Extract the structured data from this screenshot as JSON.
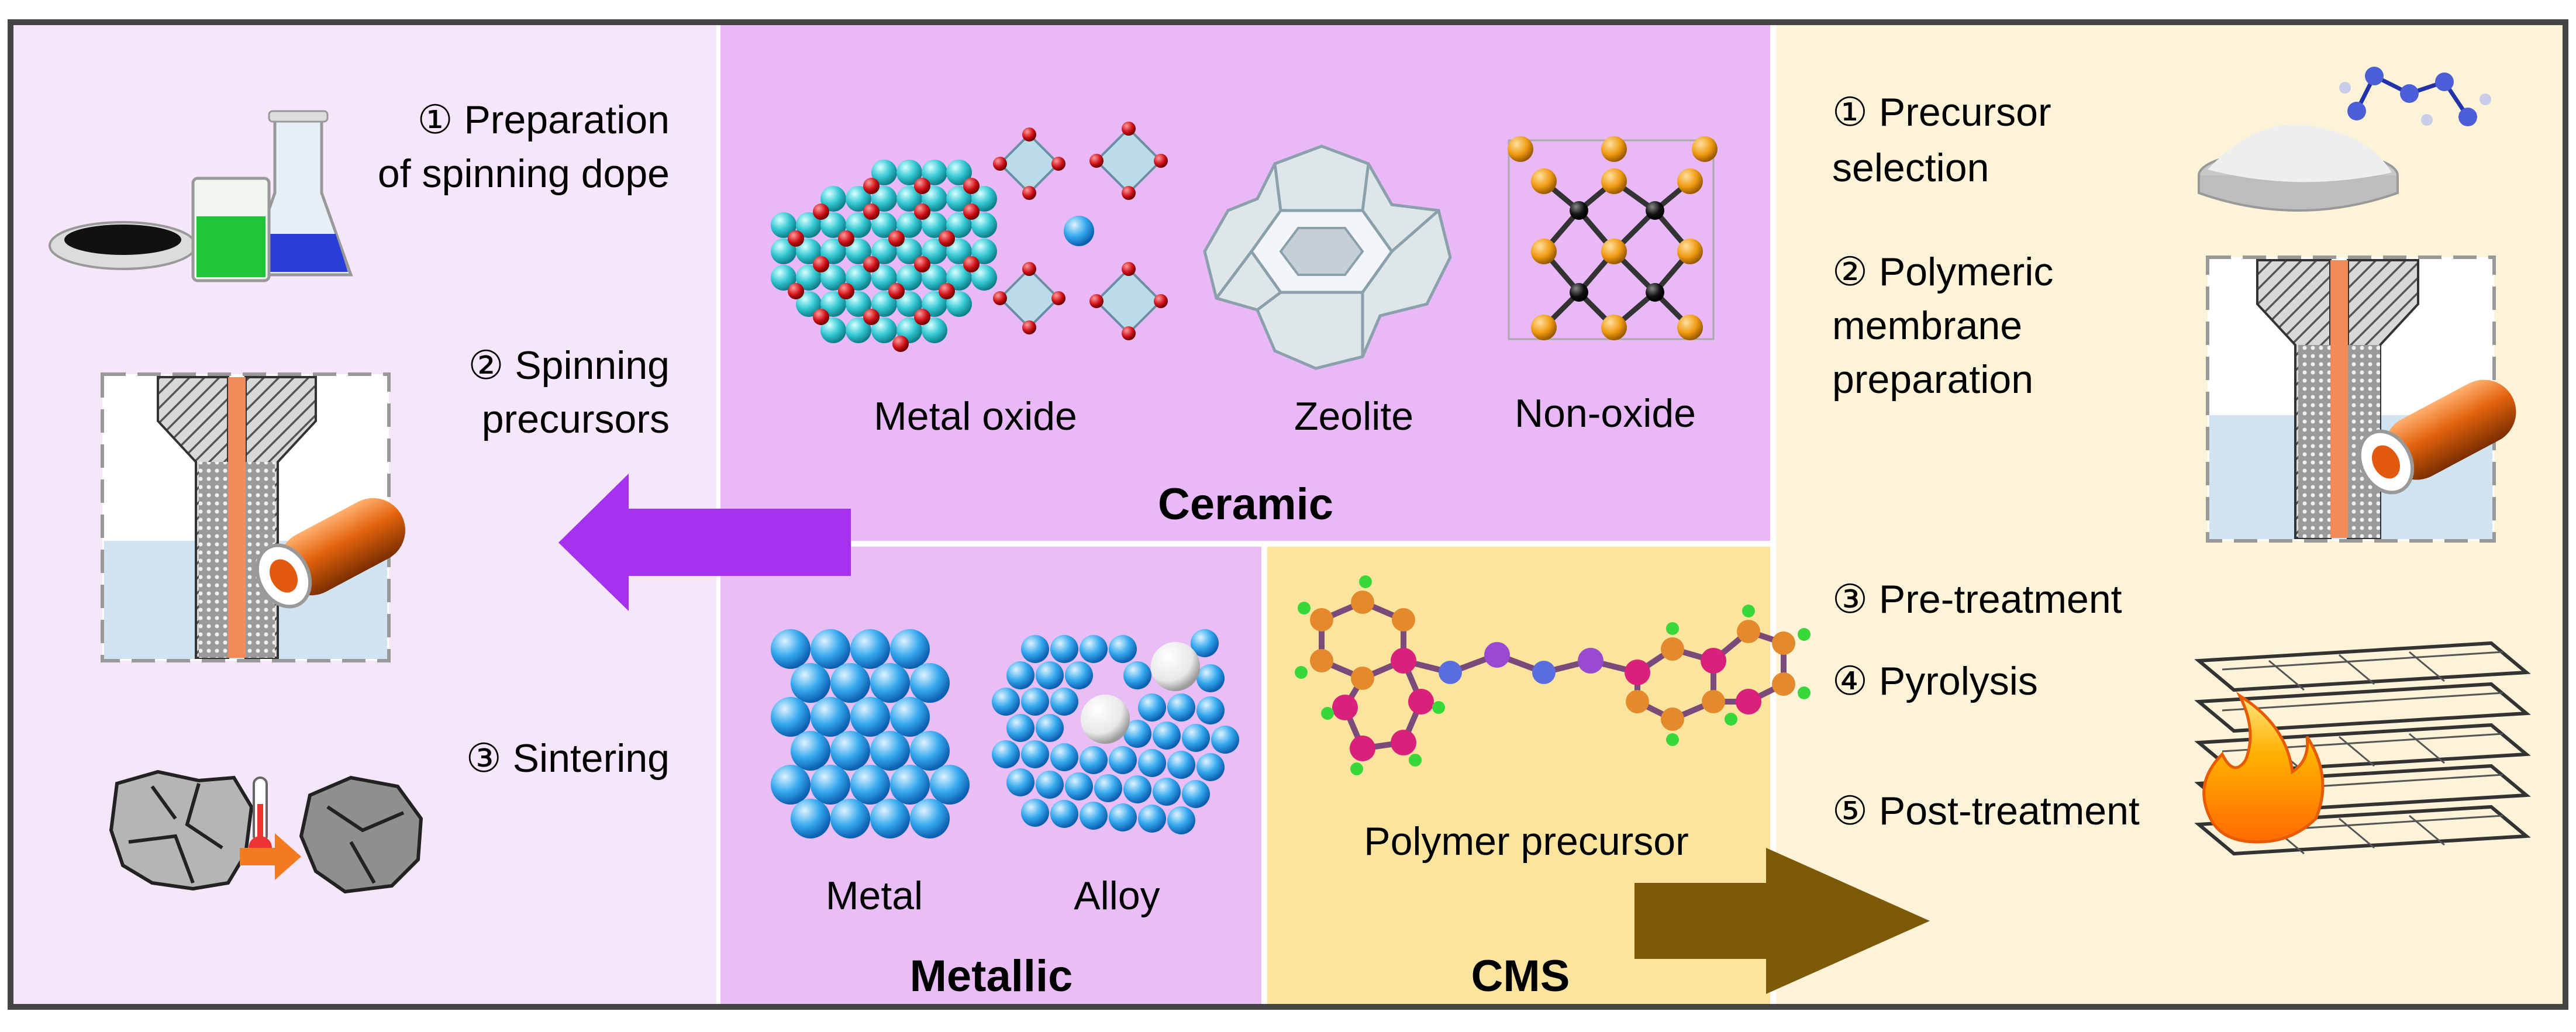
{
  "left_panel": {
    "steps": [
      {
        "num": "①",
        "line1": "Preparation",
        "line2": "of spinning dope"
      },
      {
        "num": "②",
        "line1": "Spinning",
        "line2": "precursors"
      },
      {
        "num": "③",
        "line1": "Sintering",
        "line2": ""
      }
    ]
  },
  "ceramic": {
    "title": "Ceramic",
    "items": [
      "Metal oxide",
      "Zeolite",
      "Non-oxide"
    ]
  },
  "metallic": {
    "title": "Metallic",
    "items": [
      "Metal",
      "Alloy"
    ]
  },
  "cms": {
    "title": "CMS",
    "item": "Polymer precursor"
  },
  "right_panel": {
    "steps": [
      {
        "num": "①",
        "line1": "Precursor",
        "line2": "selection",
        "line3": ""
      },
      {
        "num": "②",
        "line1": "Polymeric",
        "line2": "membrane",
        "line3": "preparation"
      },
      {
        "num": "③",
        "line1": "Pre-treatment",
        "line2": "",
        "line3": ""
      },
      {
        "num": "④",
        "line1": "Pyrolysis",
        "line2": "",
        "line3": ""
      },
      {
        "num": "⑤",
        "line1": "Post-treatment",
        "line2": "",
        "line3": ""
      }
    ]
  },
  "colors": {
    "left_bg": "#f5e6fa",
    "ceramic_bg": "#e8b8f7",
    "metallic_bg": "#e9bdf6",
    "cms_bg": "#fbe49e",
    "right_bg": "#fdf3d9",
    "purple_arrow": "#a432f0",
    "brown_arrow": "#7d5a08",
    "frame": "#444444"
  },
  "icons": [
    "flask-beakers-icon",
    "spinneret-icon",
    "sintering-icon",
    "metal-oxide-crystal-icon",
    "zeolite-framework-icon",
    "non-oxide-lattice-icon",
    "metal-spheres-icon",
    "alloy-spheres-icon",
    "polymer-molecule-icon",
    "powder-dish-icon",
    "carbon-layers-flame-icon"
  ]
}
